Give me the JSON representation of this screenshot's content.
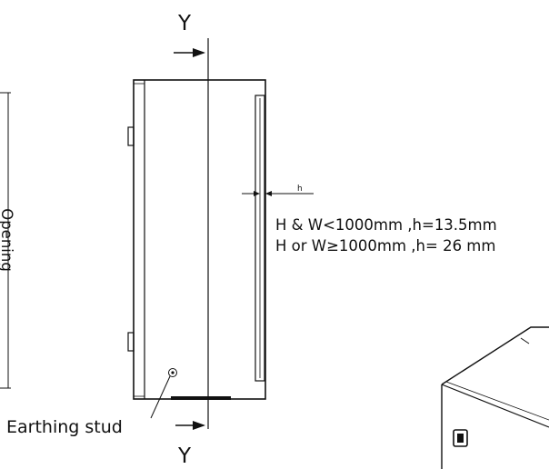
{
  "section": {
    "top_marker": "Y",
    "bottom_marker": "Y"
  },
  "dimension": {
    "vertical_label": "Opening"
  },
  "gap": {
    "label": "h",
    "note_line_1": "H & W<1000mm ,h=13.5mm",
    "note_line_2": "H or W≥1000mm ,h= 26  mm"
  },
  "callout": {
    "earthing_stud": "Earthing stud"
  },
  "colors": {
    "line": "#111111",
    "background": "#ffffff"
  }
}
